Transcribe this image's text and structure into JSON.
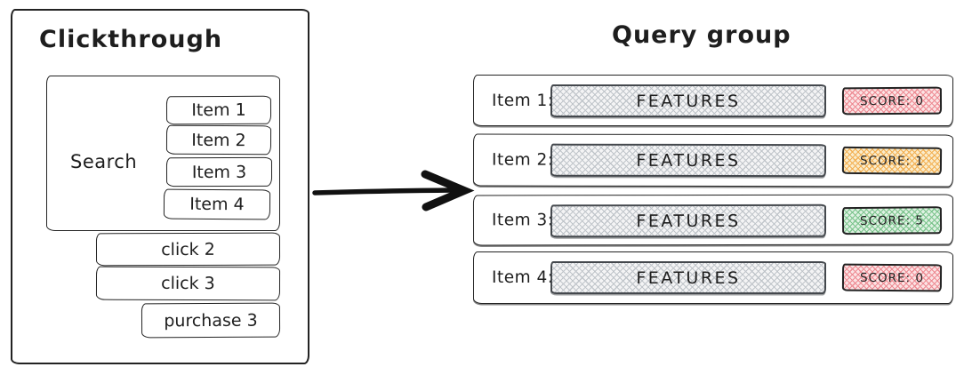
{
  "left_panel": {
    "title": "Clickthrough",
    "search_label": "Search",
    "items": [
      "Item 1",
      "Item 2",
      "Item 3",
      "Item 4"
    ],
    "events": [
      "click 2",
      "click 3",
      "purchase 3"
    ]
  },
  "arrow": {
    "direction": "left-to-right"
  },
  "right_panel": {
    "title": "Query group",
    "rows": [
      {
        "label": "Item 1:",
        "features_label": "FEATURES",
        "score_label": "SCORE: 0",
        "score_color": "red"
      },
      {
        "label": "Item 2:",
        "features_label": "FEATURES",
        "score_label": "SCORE: 1",
        "score_color": "orange"
      },
      {
        "label": "Item 3:",
        "features_label": "FEATURES",
        "score_label": "SCORE: 5",
        "score_color": "green"
      },
      {
        "label": "Item 4:",
        "features_label": "FEATURES",
        "score_label": "SCORE: 0",
        "score_color": "red"
      }
    ]
  },
  "colors": {
    "stroke": "#232323",
    "features": {
      "line": "#c0c5ca",
      "base": "#f4f4f5"
    },
    "badges": {
      "red": {
        "line": "#ee8b93",
        "base": "#fbe3e4"
      },
      "orange": {
        "line": "#f3b053",
        "base": "#faeccb"
      },
      "green": {
        "line": "#7cc48d",
        "base": "#def1e2"
      }
    }
  }
}
